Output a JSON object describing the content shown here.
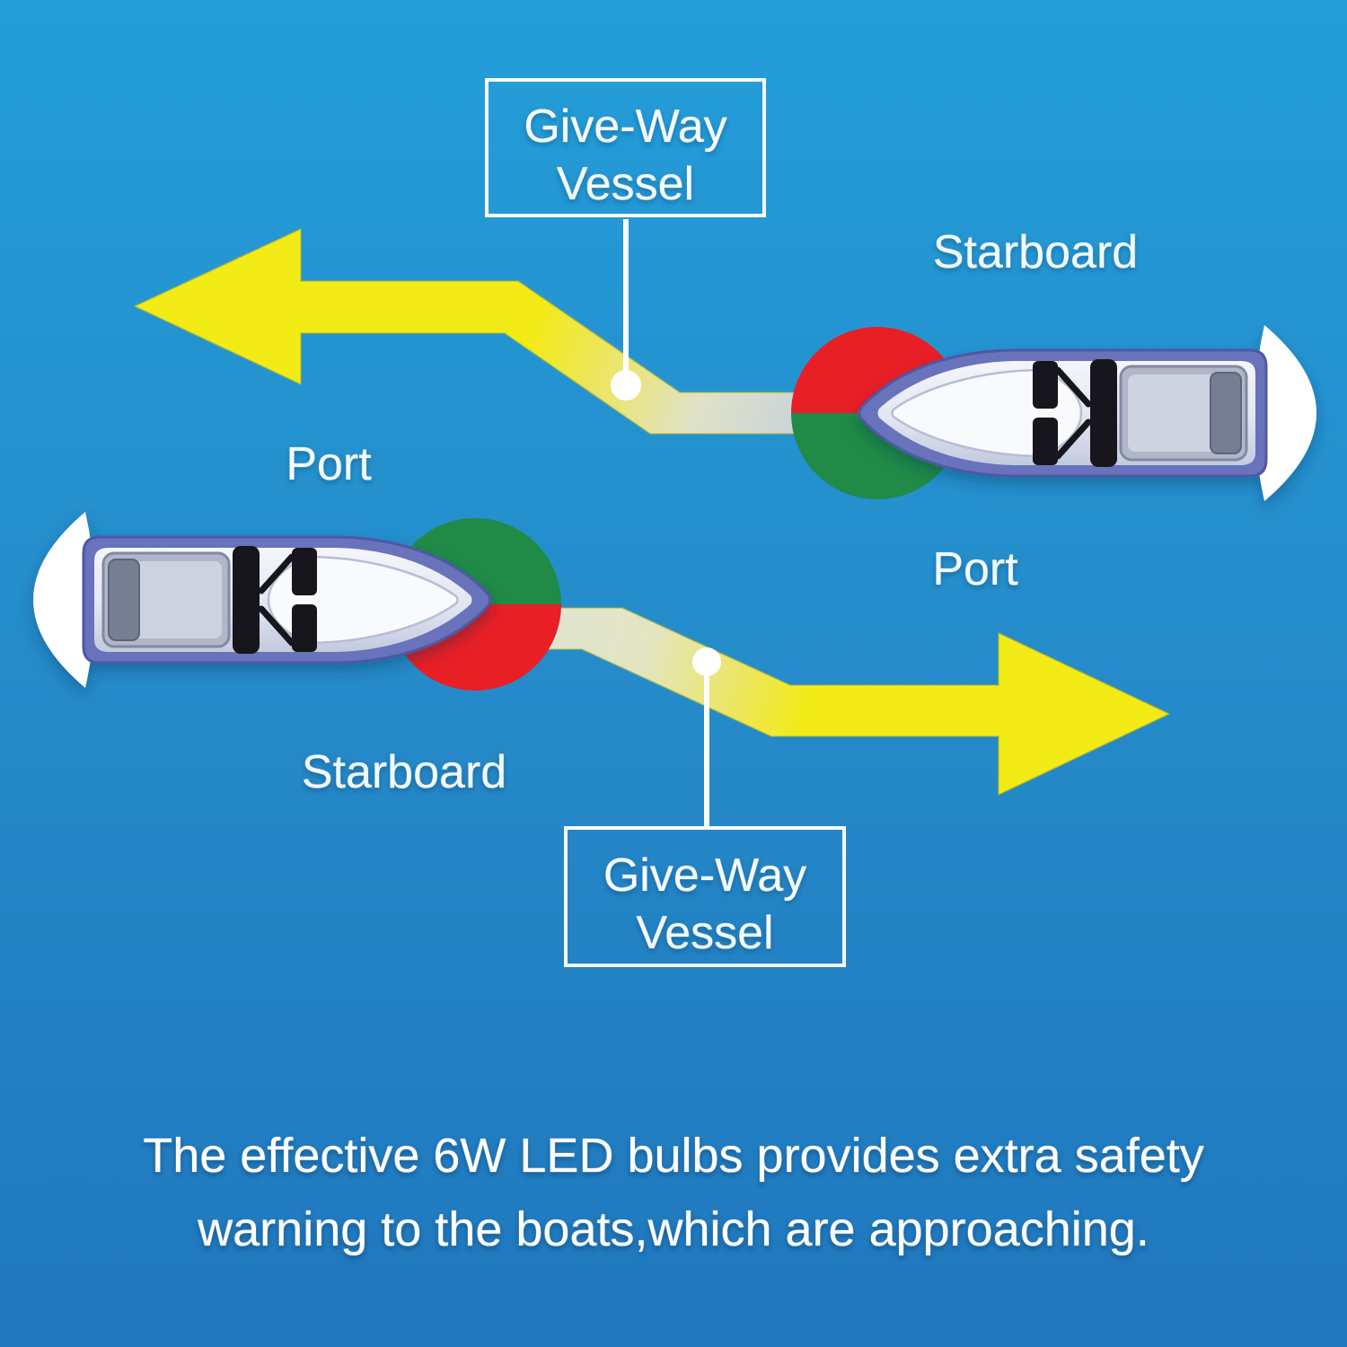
{
  "callouts": {
    "top": {
      "line1": "Give-Way",
      "line2": "Vessel"
    },
    "bottom": {
      "line1": "Give-Way",
      "line2": "Vessel"
    }
  },
  "side_labels": {
    "starboard_top": "Starboard",
    "port_left": "Port",
    "port_right": "Port",
    "starboard_bottom": "Starboard"
  },
  "caption": {
    "line1": "The effective 6W LED bulbs provides extra safety",
    "line2": "warning to the boats,which are approaching."
  },
  "colors": {
    "arrow_yellow": "#f3eb16",
    "arrow_fade_near_right_boat": "#c8d3da",
    "arrow_fade_near_left_boat": "#dfe4cf",
    "nav_light_green": "#1f8b46",
    "nav_light_red": "#e81f25",
    "hull_rim_purple": "#6773bb",
    "connector_white": "#ffffff",
    "background_top": "#239ed9",
    "background_bottom": "#1f77bd"
  }
}
